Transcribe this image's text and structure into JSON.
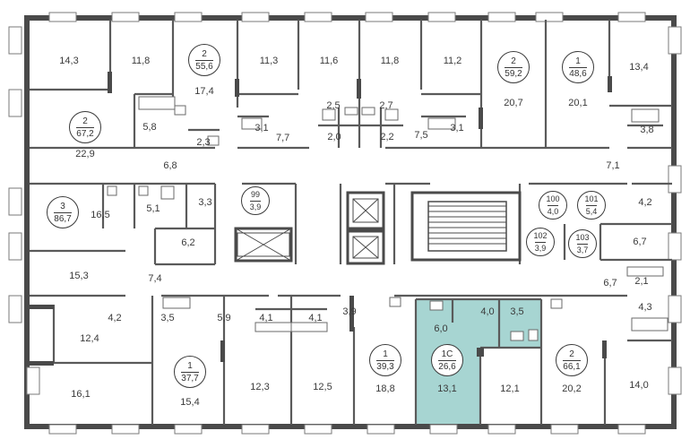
{
  "plan": {
    "highlight_color": "#a7d5d2",
    "wall_color": "#4a4a4a",
    "apartments": [
      {
        "id": "apt-2-55-6",
        "number": "2",
        "total": "55,6"
      },
      {
        "id": "apt-2-67-2",
        "number": "2",
        "total": "67,2"
      },
      {
        "id": "apt-3-86-7",
        "number": "3",
        "total": "86,7"
      },
      {
        "id": "apt-99",
        "number": "99",
        "total": "3,9"
      },
      {
        "id": "apt-2-59-2",
        "number": "2",
        "total": "59,2"
      },
      {
        "id": "apt-1-48-6",
        "number": "1",
        "total": "48,6"
      },
      {
        "id": "apt-100",
        "number": "100",
        "total": "4,0"
      },
      {
        "id": "apt-101",
        "number": "101",
        "total": "5,4"
      },
      {
        "id": "apt-102",
        "number": "102",
        "total": "3,9"
      },
      {
        "id": "apt-103",
        "number": "103",
        "total": "3,7"
      },
      {
        "id": "apt-1-37-7",
        "number": "1",
        "total": "37,7"
      },
      {
        "id": "apt-1-39-3",
        "number": "1",
        "total": "39,3"
      },
      {
        "id": "apt-1c-26-6",
        "number": "1С",
        "total": "26,6",
        "highlighted": true
      },
      {
        "id": "apt-2-66-1",
        "number": "2",
        "total": "66,1"
      }
    ],
    "room_areas": [
      "14,3",
      "11,8",
      "17,4",
      "11,3",
      "11,6",
      "11,8",
      "11,2",
      "20,7",
      "20,1",
      "13,4",
      "5,8",
      "2,3",
      "3,1",
      "7,7",
      "2,5",
      "2,0",
      "2,7",
      "2,2",
      "7,5",
      "3,1",
      "3,8",
      "22,9",
      "6,8",
      "7,1",
      "16,5",
      "5,1",
      "3,3",
      "4,2",
      "6,2",
      "6,7",
      "15,3",
      "7,4",
      "6,7",
      "2,1",
      "4,3",
      "4,2",
      "3,5",
      "5,9",
      "4,1",
      "4,1",
      "3,9",
      "6,0",
      "4,0",
      "3,5",
      "12,4",
      "16,1",
      "15,4",
      "12,3",
      "12,5",
      "18,8",
      "13,1",
      "12,1",
      "20,2",
      "14,0"
    ]
  }
}
